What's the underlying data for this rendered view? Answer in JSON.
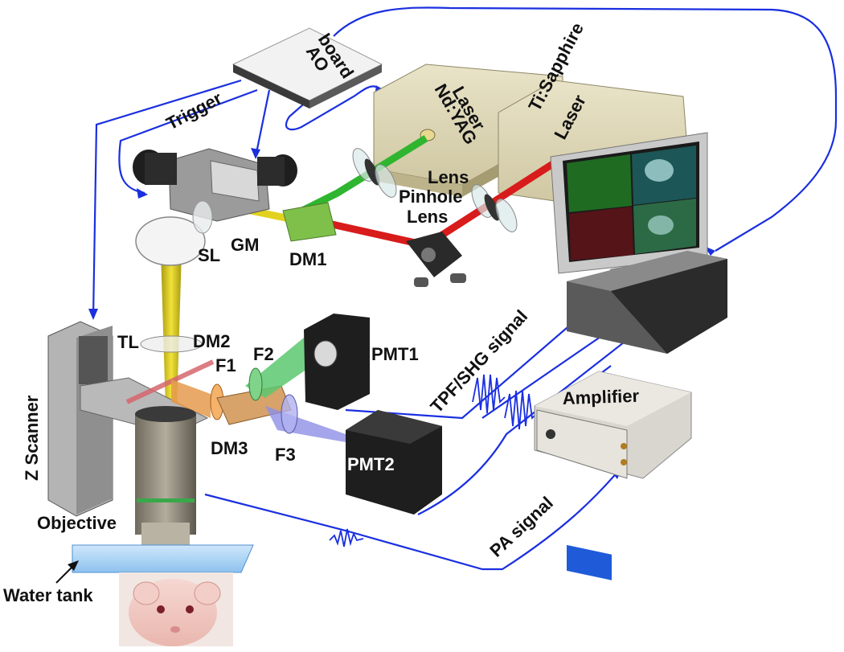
{
  "labels": {
    "ao_board_line1": "AO",
    "ao_board_line2": "board",
    "trigger": "Trigger",
    "ndyag_line1": "Nd:YAG",
    "ndyag_line2": "Laser",
    "tisapphire_line1": "Ti:Sapphire",
    "tisapphire_line2": "Laser",
    "lens_top": "Lens",
    "pinhole": "Pinhole",
    "lens_bottom": "Lens",
    "sl": "SL",
    "gm": "GM",
    "dm1": "DM1",
    "tl": "TL",
    "dm2": "DM2",
    "f1": "F1",
    "f2": "F2",
    "pmt1": "PMT1",
    "dm3": "DM3",
    "f3": "F3",
    "pmt2": "PMT2",
    "z_scanner": "Z Scanner",
    "objective": "Objective",
    "water_tank": "Water tank",
    "tpf_shg_signal": "TPF/SHG signal",
    "amplifier": "Amplifier",
    "pa_signal": "PA signal"
  },
  "colors": {
    "signal_line": "#1a2fe0",
    "green_beam": "#2fb52f",
    "red_beam": "#d81b1b",
    "yellow_beam": "#d8c81a",
    "laser_box": "#d6cfae"
  }
}
